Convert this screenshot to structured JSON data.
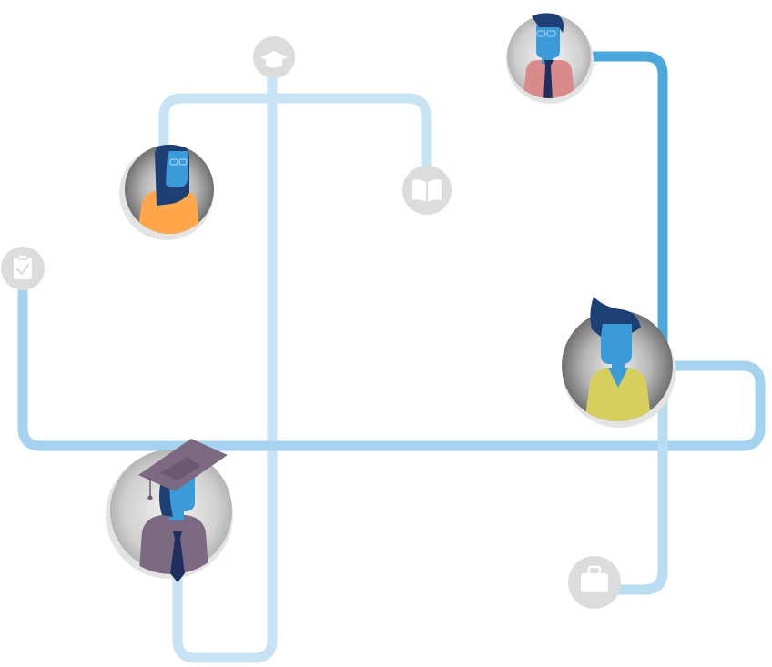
{
  "colors": {
    "path_light": "#c8e3f3",
    "path_mid": "#8ec9ea",
    "path_dark": "#4ba7dc",
    "icon_circle": "#dcdcdc",
    "icon_glyph": "#ffffff",
    "skin": "#3a9bd8",
    "hair": "#1d3f73",
    "avatar_bg": "#8c8c8c",
    "shirt_orange": "#ffa74a",
    "shirt_pink": "#d98b8b",
    "shirt_yellow": "#d6cf5e",
    "shirt_purple": "#7c6a82",
    "tie": "#1f2f5f"
  },
  "icons": [
    {
      "name": "graduation-cap-icon"
    },
    {
      "name": "book-icon"
    },
    {
      "name": "clipboard-check-icon"
    },
    {
      "name": "briefcase-icon"
    }
  ],
  "people": [
    {
      "name": "woman-glasses-avatar",
      "shirt": "orange"
    },
    {
      "name": "man-tie-avatar",
      "shirt": "pink"
    },
    {
      "name": "man-quiff-avatar",
      "shirt": "yellow"
    },
    {
      "name": "graduate-avatar",
      "shirt": "purple"
    }
  ]
}
